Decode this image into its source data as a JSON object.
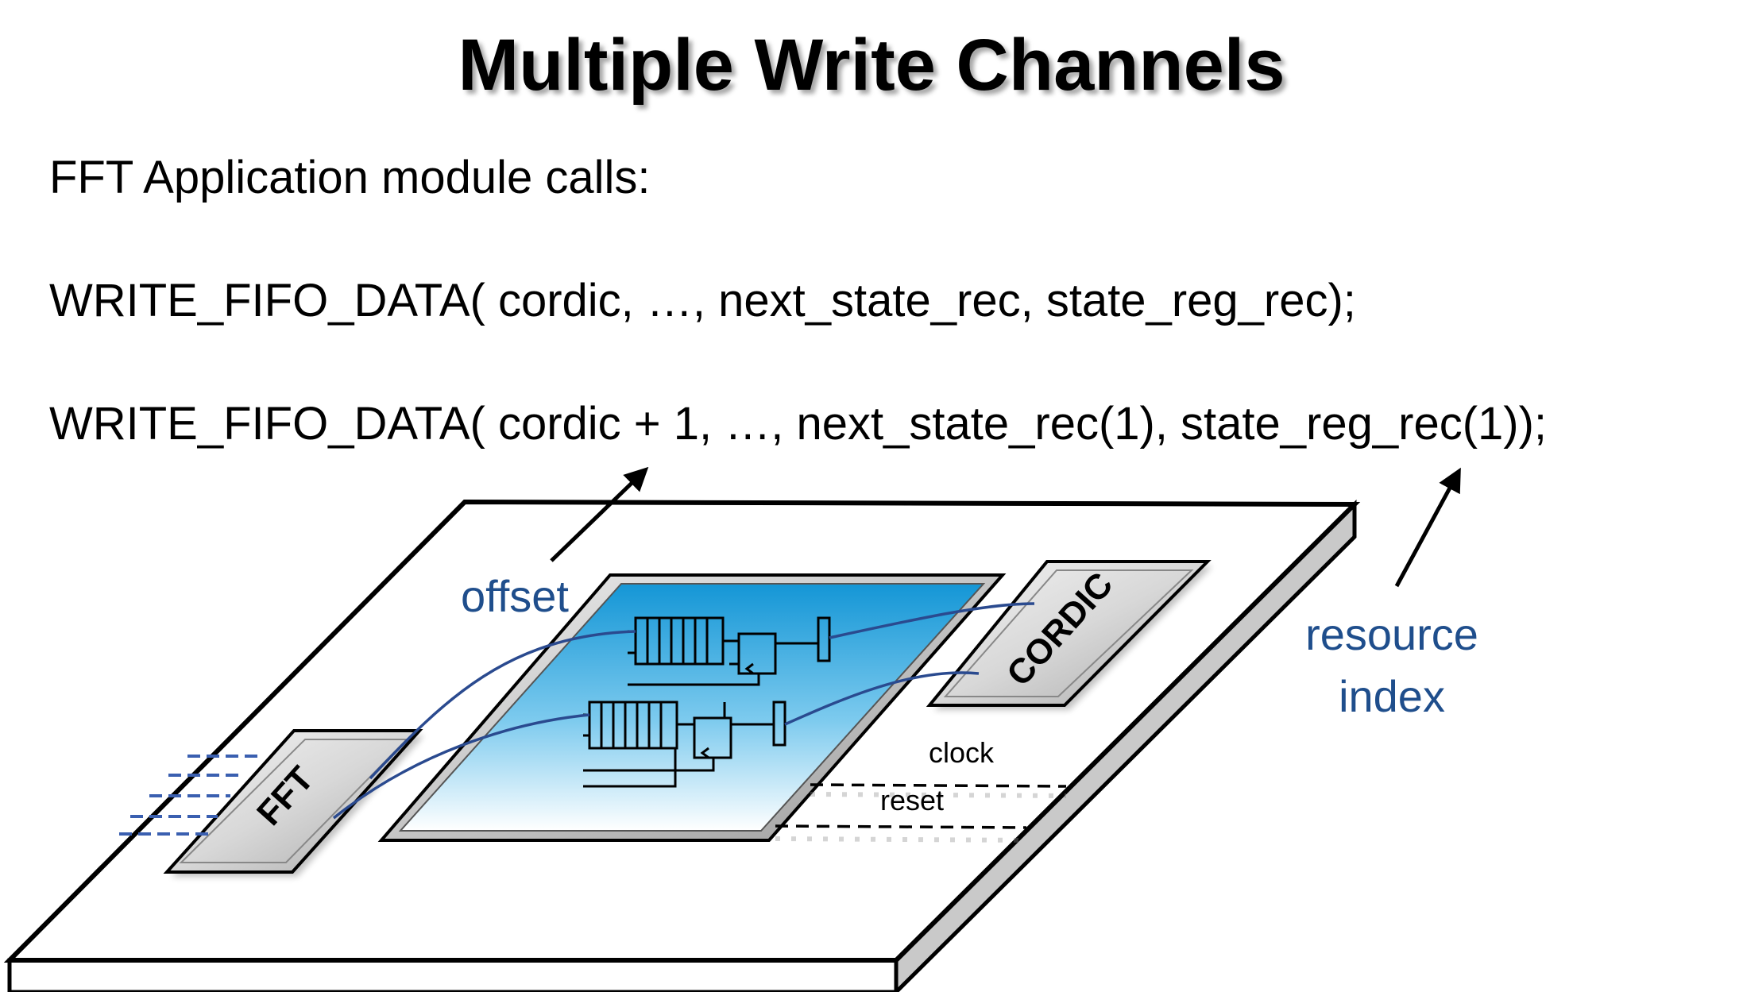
{
  "title": "Multiple Write Channels",
  "body": {
    "intro": "FFT Application module calls:",
    "call1": "WRITE_FIFO_DATA( cordic, …, next_state_rec, state_reg_rec);",
    "call2": "WRITE_FIFO_DATA( cordic + 1, …, next_state_rec(1), state_reg_rec(1));"
  },
  "diagram": {
    "offset_label": "offset",
    "resource_label_line1": "resource",
    "resource_label_line2": "index",
    "fft_block": "FFT",
    "cordic_block": "CORDIC",
    "clock_label": "clock",
    "reset_label": "reset"
  },
  "colors": {
    "annotation_text": "#1f4e8c",
    "wire": "#2a4a8f",
    "fifo_gradient_top": "#1598d8",
    "fifo_gradient_bottom": "#ffffff"
  }
}
